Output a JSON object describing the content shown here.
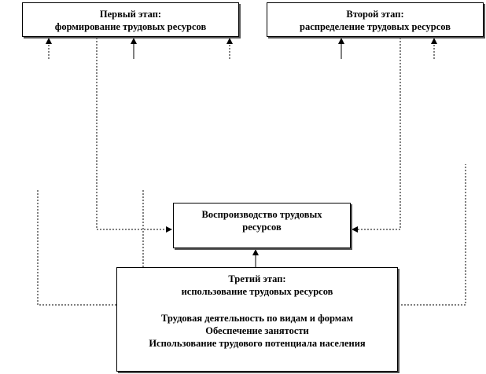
{
  "stage1": {
    "line1": "Первый этап:",
    "line2": "формирование трудовых ресурсов"
  },
  "stage2": {
    "line1": "Второй этап:",
    "line2": "распределение трудовых ресурсов"
  },
  "center": {
    "line1": "Воспроизводство трудовых",
    "line2": "ресурсов"
  },
  "stage3": {
    "line1": "Третий этап:",
    "line2": "использование трудовых ресурсов",
    "items": [
      "Трудовая деятельность по видам и формам",
      "Обеспечение занятости",
      "Использование трудового потенциала населения"
    ]
  }
}
